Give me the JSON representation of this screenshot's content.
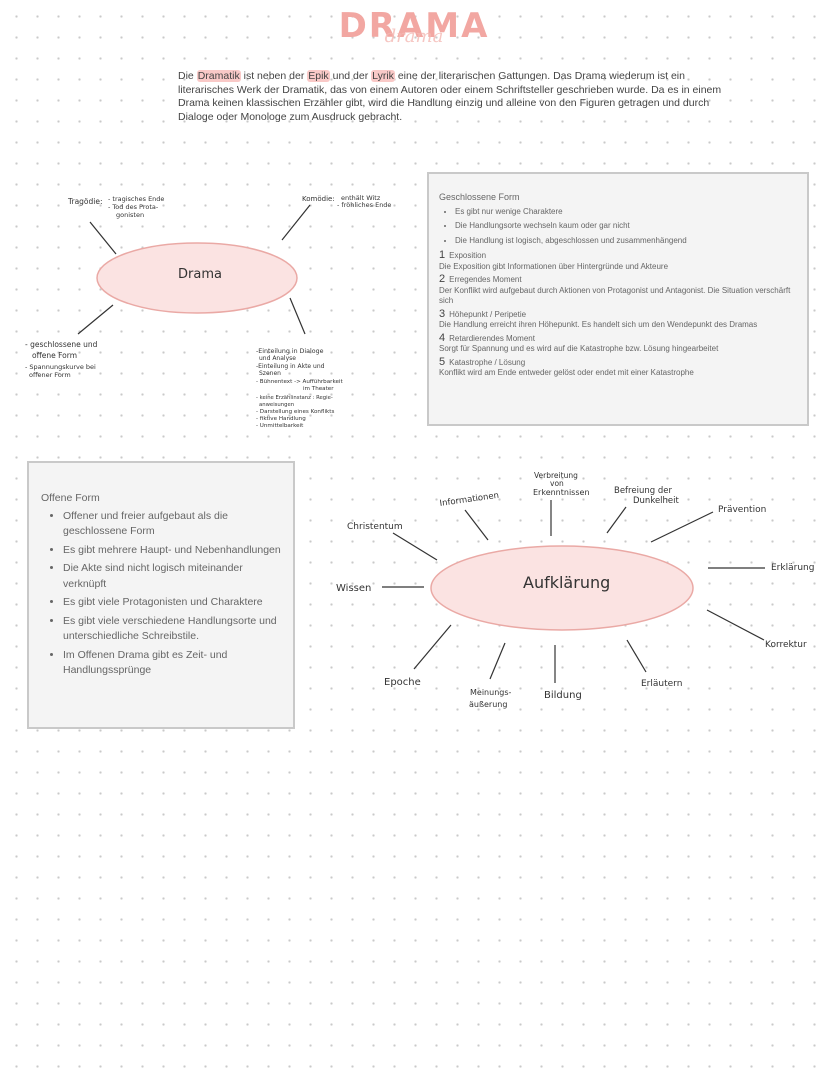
{
  "header": {
    "title": "DRAMA",
    "title_script": "drama"
  },
  "intro": {
    "p1": "Die ",
    "dramatik": "Dramatik",
    "p2": " ist neben der ",
    "epik": "Epik",
    "p3": " und der ",
    "lyrik": "Lyrik",
    "p4": " eine der literarischen Gattungen. Das Drama wiederum ist ein literarisches Werk der Dramatik, das von einem Autoren oder einem Schriftsteller geschrieben wurde. Da es in einem Drama keinen klassischen Erzähler gibt, wird die Handlung einzig und alleine von den Figuren getragen und durch Dialoge oder Monologe zum Ausdruck gebracht."
  },
  "mindmap_drama": {
    "center": "Drama",
    "tragoedie_label": "Tragödie:",
    "tragoedie_notes": [
      "- tragisches Ende",
      "- Tod des Prota-",
      "gonisten"
    ],
    "komoedie_label": "Komödie:",
    "komoedie_notes": [
      "enthält Witz",
      "- fröhliches Ende"
    ],
    "formen_notes": [
      "- geschlossene und",
      "offene Form",
      "- Spannungskurve bei",
      "offener Form"
    ],
    "aufbau_notes": [
      "-Einteilung in Dialoge",
      "und Analyse",
      "-Einteilung in Akte und",
      "Szenen",
      "- Bühnentext -> Aufführbarkeit",
      "im Theater",
      "- keine Erzählinstanz : Regie-",
      "anweisungen",
      "- Darstellung eines Konflikts",
      "- fiktive Handlung",
      "- Unmittelbarkeit"
    ]
  },
  "closed_form": {
    "title": "Geschlossene Form",
    "bullets": [
      "Es gibt nur wenige Charaktere",
      "Die Handlungsorte wechseln kaum oder gar nicht",
      "Die Handlung ist logisch, abgeschlossen und zusammenhängend"
    ],
    "steps": [
      {
        "num": "1",
        "name": "Exposition",
        "text": "Die Exposition gibt Informationen über Hintergründe und Akteure"
      },
      {
        "num": "2",
        "name": "Erregendes Moment",
        "text": "Der Konflikt wird aufgebaut durch Aktionen von Protagonist und Antagonist. Die Situation verschärft sich"
      },
      {
        "num": "3",
        "name": "Höhepunkt / Peripetie",
        "text": "Die Handlung erreicht ihren Höhepunkt. Es handelt sich um den Wendepunkt des Dramas"
      },
      {
        "num": "4",
        "name": "Retardierendes Moment",
        "text": "Sorgt für Spannung und es wird auf die Katastrophe bzw. Lösung hingearbeitet"
      },
      {
        "num": "5",
        "name": "Katastrophe / Lösung",
        "text": "Konflikt wird am Ende entweder gelöst oder endet mit einer Katastrophe"
      }
    ]
  },
  "open_form": {
    "title": "Offene Form",
    "bullets": [
      "Offener und freier aufgebaut als die geschlossene Form",
      "Es gibt mehrere Haupt- und Nebenhandlungen",
      "Die Akte sind nicht logisch miteinander verknüpft",
      "Es gibt viele Protagonisten und Charaktere",
      "Es gibt viele verschiedene Handlungsorte und unterschiedliche Schreibstile.",
      "Im Offenen Drama gibt es Zeit- und Handlungssprünge"
    ]
  },
  "mindmap_aufklaerung": {
    "center": "Aufklärung",
    "christentum": "Christentum",
    "informationen": "Informationen",
    "verbreitung": [
      "Verbreitung",
      "von",
      "Erkenntnissen"
    ],
    "befreiung": [
      "Befreiung der",
      "Dunkelheit"
    ],
    "praevention": "Prävention",
    "erklaerung": "Erklärung",
    "korrektur": "Korrektur",
    "erlaeutern": "Erläutern",
    "bildung": "Bildung",
    "meinung": [
      "Meinungs-",
      "äußerung"
    ],
    "epoche": "Epoche",
    "wissen": "Wissen"
  },
  "colors": {
    "title_pink": "#f2a7a2",
    "highlight": "#f9c9c7",
    "ellipse_fill": "#fbe3e2",
    "ellipse_stroke": "#eaa9a5",
    "box_bg": "#f4f4f4",
    "box_border": "#c9c9c9"
  }
}
